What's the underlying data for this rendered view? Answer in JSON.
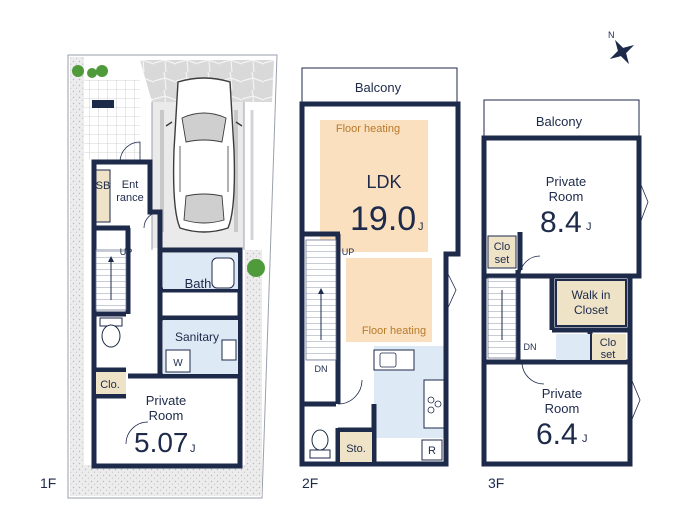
{
  "floors": {
    "f1": {
      "label": "1F",
      "rooms": {
        "sb": "SB",
        "entrance_1": "Ent",
        "entrance_2": "rance",
        "bath": "Bath",
        "sanitary": "Sanitary",
        "washer": "W",
        "closet": "Clo.",
        "private_room_1": "Private",
        "private_room_2": "Room",
        "area_value": "5.07",
        "area_unit": "J"
      },
      "stairs_up": "UP"
    },
    "f2": {
      "label": "2F",
      "balcony": "Balcony",
      "floor_heating_top": "Floor heating",
      "floor_heating_bottom": "Floor heating",
      "ldk": "LDK",
      "area_value": "19.0",
      "area_unit": "J",
      "stairs_up": "UP",
      "stairs_down": "DN",
      "storage": "Sto.",
      "refrigerator": "R"
    },
    "f3": {
      "label": "3F",
      "balcony": "Balcony",
      "room_a_1": "Private",
      "room_a_2": "Room",
      "room_a_value": "8.4",
      "room_a_unit": "J",
      "closet_a_1": "Clo",
      "closet_a_2": "set",
      "walk_in_1": "Walk in",
      "walk_in_2": "Closet",
      "closet_b_1": "Clo",
      "closet_b_2": "set",
      "stairs_down": "DN",
      "room_b_1": "Private",
      "room_b_2": "Room",
      "room_b_value": "6.4",
      "room_b_unit": "J"
    }
  },
  "compass": "N",
  "colors": {
    "wall": "#1d2a4a",
    "floor_heating": "#fbe0c0",
    "water_area": "#dde9f5",
    "storage": "#efe3c7",
    "parking": "#d8d8d8",
    "gravel": "#e6e6e6",
    "plant": "#4f9a3a"
  }
}
